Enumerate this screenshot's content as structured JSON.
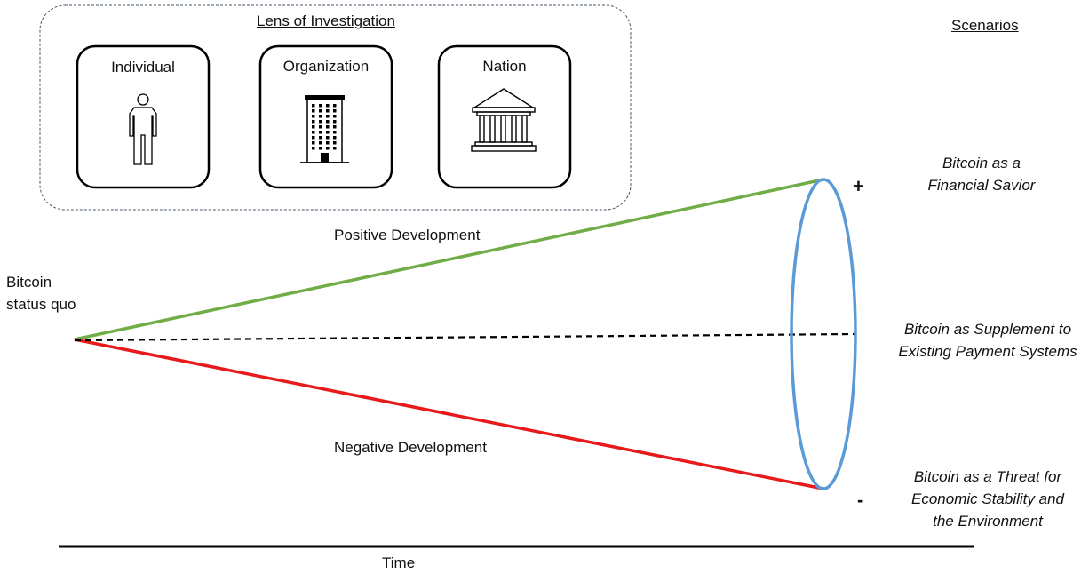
{
  "lens": {
    "title": "Lens of Investigation",
    "items": [
      {
        "label": "Individual",
        "icon": "person-icon"
      },
      {
        "label": "Organization",
        "icon": "building-icon"
      },
      {
        "label": "Nation",
        "icon": "government-building-icon"
      }
    ]
  },
  "scenarios": {
    "heading": "Scenarios",
    "positive": "Bitcoin as a\nFinancial Savior",
    "neutral": "Bitcoin as Supplement to\nExisting Payment Systems",
    "negative": "Bitcoin as a Threat for\nEconomic Stability and\nthe Environment"
  },
  "origin_label": "Bitcoin\nstatus quo",
  "positive_label": "Positive Development",
  "negative_label": "Negative Development",
  "plus_sign": "+",
  "minus_sign": "-",
  "time_label": "Time",
  "colors": {
    "positive": "#70ad47",
    "negative": "#e8191b",
    "ellipse": "#5b9bd5",
    "neutral": "#000000",
    "lens_border": "#44546a"
  }
}
